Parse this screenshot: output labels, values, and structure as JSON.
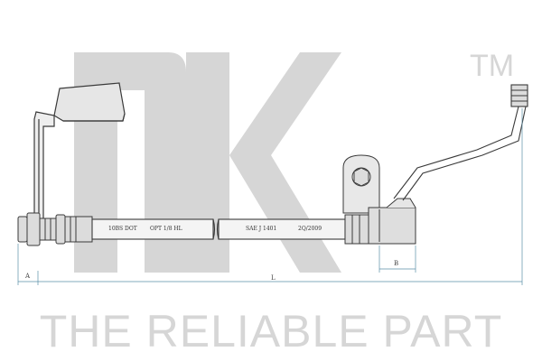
{
  "watermark": {
    "logo_letters": "nk",
    "trademark": "TM",
    "tagline": "THE RELIABLE PART"
  },
  "hose_markings": [
    "10BS DOT",
    "OPT 1/8 HL",
    "SAE J 1401",
    "2Q/2009"
  ],
  "dimensions": {
    "a_label": "A",
    "b_label": "B",
    "l_label": "L"
  },
  "colors": {
    "watermark": "#d6d6d6",
    "line": "#3a3a3a",
    "fitting": "#d9d9d9",
    "dimension": "#5a8fa8"
  }
}
